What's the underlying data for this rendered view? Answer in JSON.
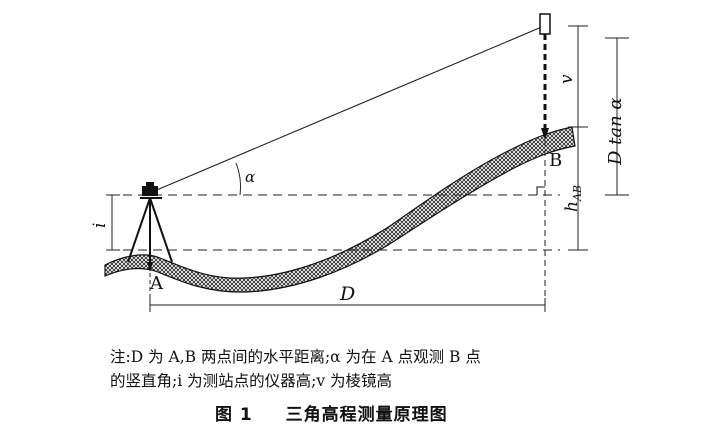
{
  "labels": {
    "point_a": "A",
    "point_b": "B",
    "distance": "D",
    "instrument_height": "i",
    "prism_height": "v",
    "angle": "α",
    "d_tan_alpha": "D tan α",
    "height_diff": "h",
    "height_diff_sub": "AB"
  },
  "note": {
    "line1": "注:D 为 A,B 两点间的水平距离;α 为在 A 点观测 B 点",
    "line2": "的竖直角;i 为测站点的仪器高;v 为棱镜高"
  },
  "caption": {
    "number": "图 1",
    "title": "三角高程测量原理图"
  }
}
